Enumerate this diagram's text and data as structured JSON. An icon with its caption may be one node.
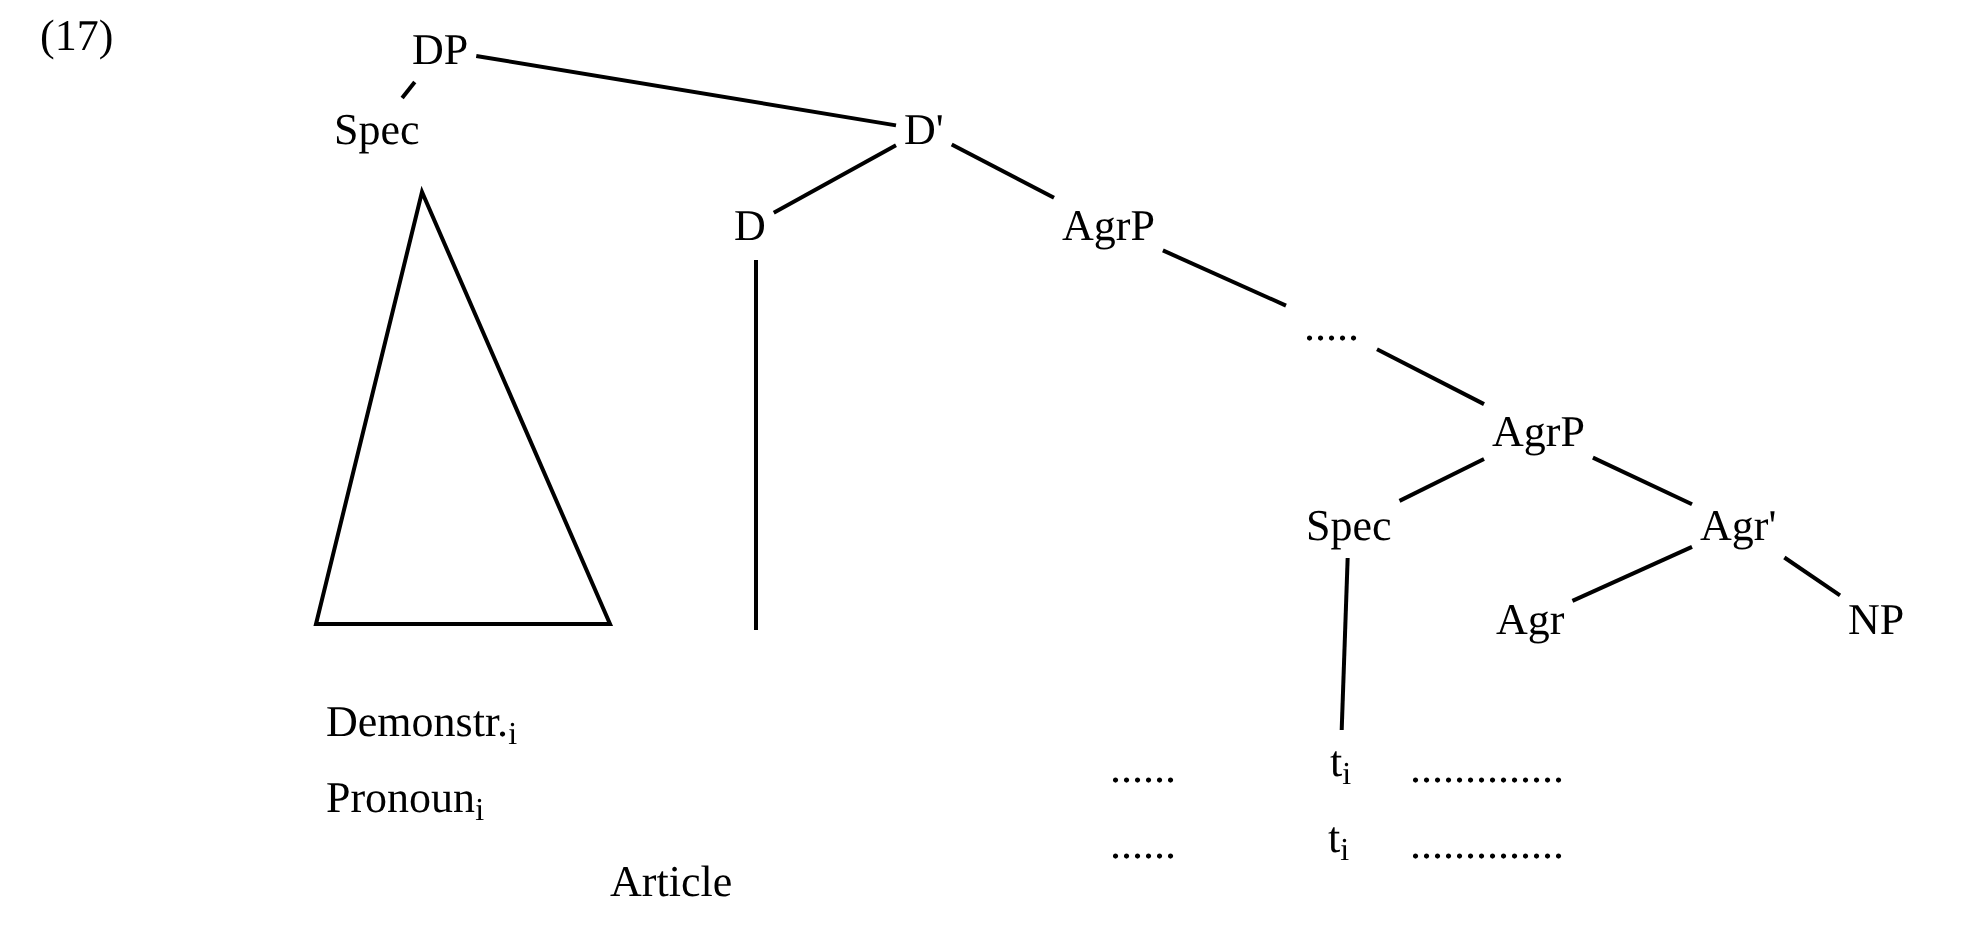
{
  "diagram": {
    "nodes": [
      {
        "text": [
          "DP"
        ]
      },
      {
        "text": [
          "Spec"
        ]
      },
      {
        "text": [
          "D'"
        ]
      },
      {
        "text": [
          "D"
        ]
      },
      {
        "text": [
          "AgrP"
        ]
      },
      {
        "text": [
          "....."
        ]
      },
      {
        "text": [
          "AgrP"
        ]
      },
      {
        "text": [
          "Spec"
        ]
      },
      {
        "text": [
          "Agr'"
        ]
      },
      {
        "text": [
          "Agr"
        ]
      },
      {
        "text": [
          "NP"
        ]
      },
      {
        "text": [],
        "shape": "triangle"
      },
      {
        "text": [
          "t$_{i}$"
        ]
      }
    ],
    "edges": [
      {
        "from": 0,
        "to": 1,
        "arrow": "none"
      },
      {
        "from": 0,
        "to": 2,
        "arrow": "none"
      },
      {
        "from": 2,
        "to": 3,
        "arrow": "none"
      },
      {
        "from": 2,
        "to": 4,
        "arrow": "none"
      },
      {
        "from": 4,
        "to": 5,
        "arrow": "none"
      },
      {
        "from": 5,
        "to": 6,
        "arrow": "none"
      },
      {
        "from": 6,
        "to": 7,
        "arrow": "none"
      },
      {
        "from": 6,
        "to": 8,
        "arrow": "none"
      },
      {
        "from": 8,
        "to": 9,
        "arrow": "none"
      },
      {
        "from": 8,
        "to": 10,
        "arrow": "none"
      },
      {
        "from": 3,
        "to": null,
        "arrow": "none"
      },
      {
        "from": 7,
        "to": 12,
        "arrow": "none"
      }
    ],
    "labels": [
      "(17)",
      "Demonstr.$_{i}$",
      "......",
      "..............",
      "Pronoun$_{i}$",
      "......",
      "t$_{i}$",
      "..............",
      "Article"
    ]
  }
}
